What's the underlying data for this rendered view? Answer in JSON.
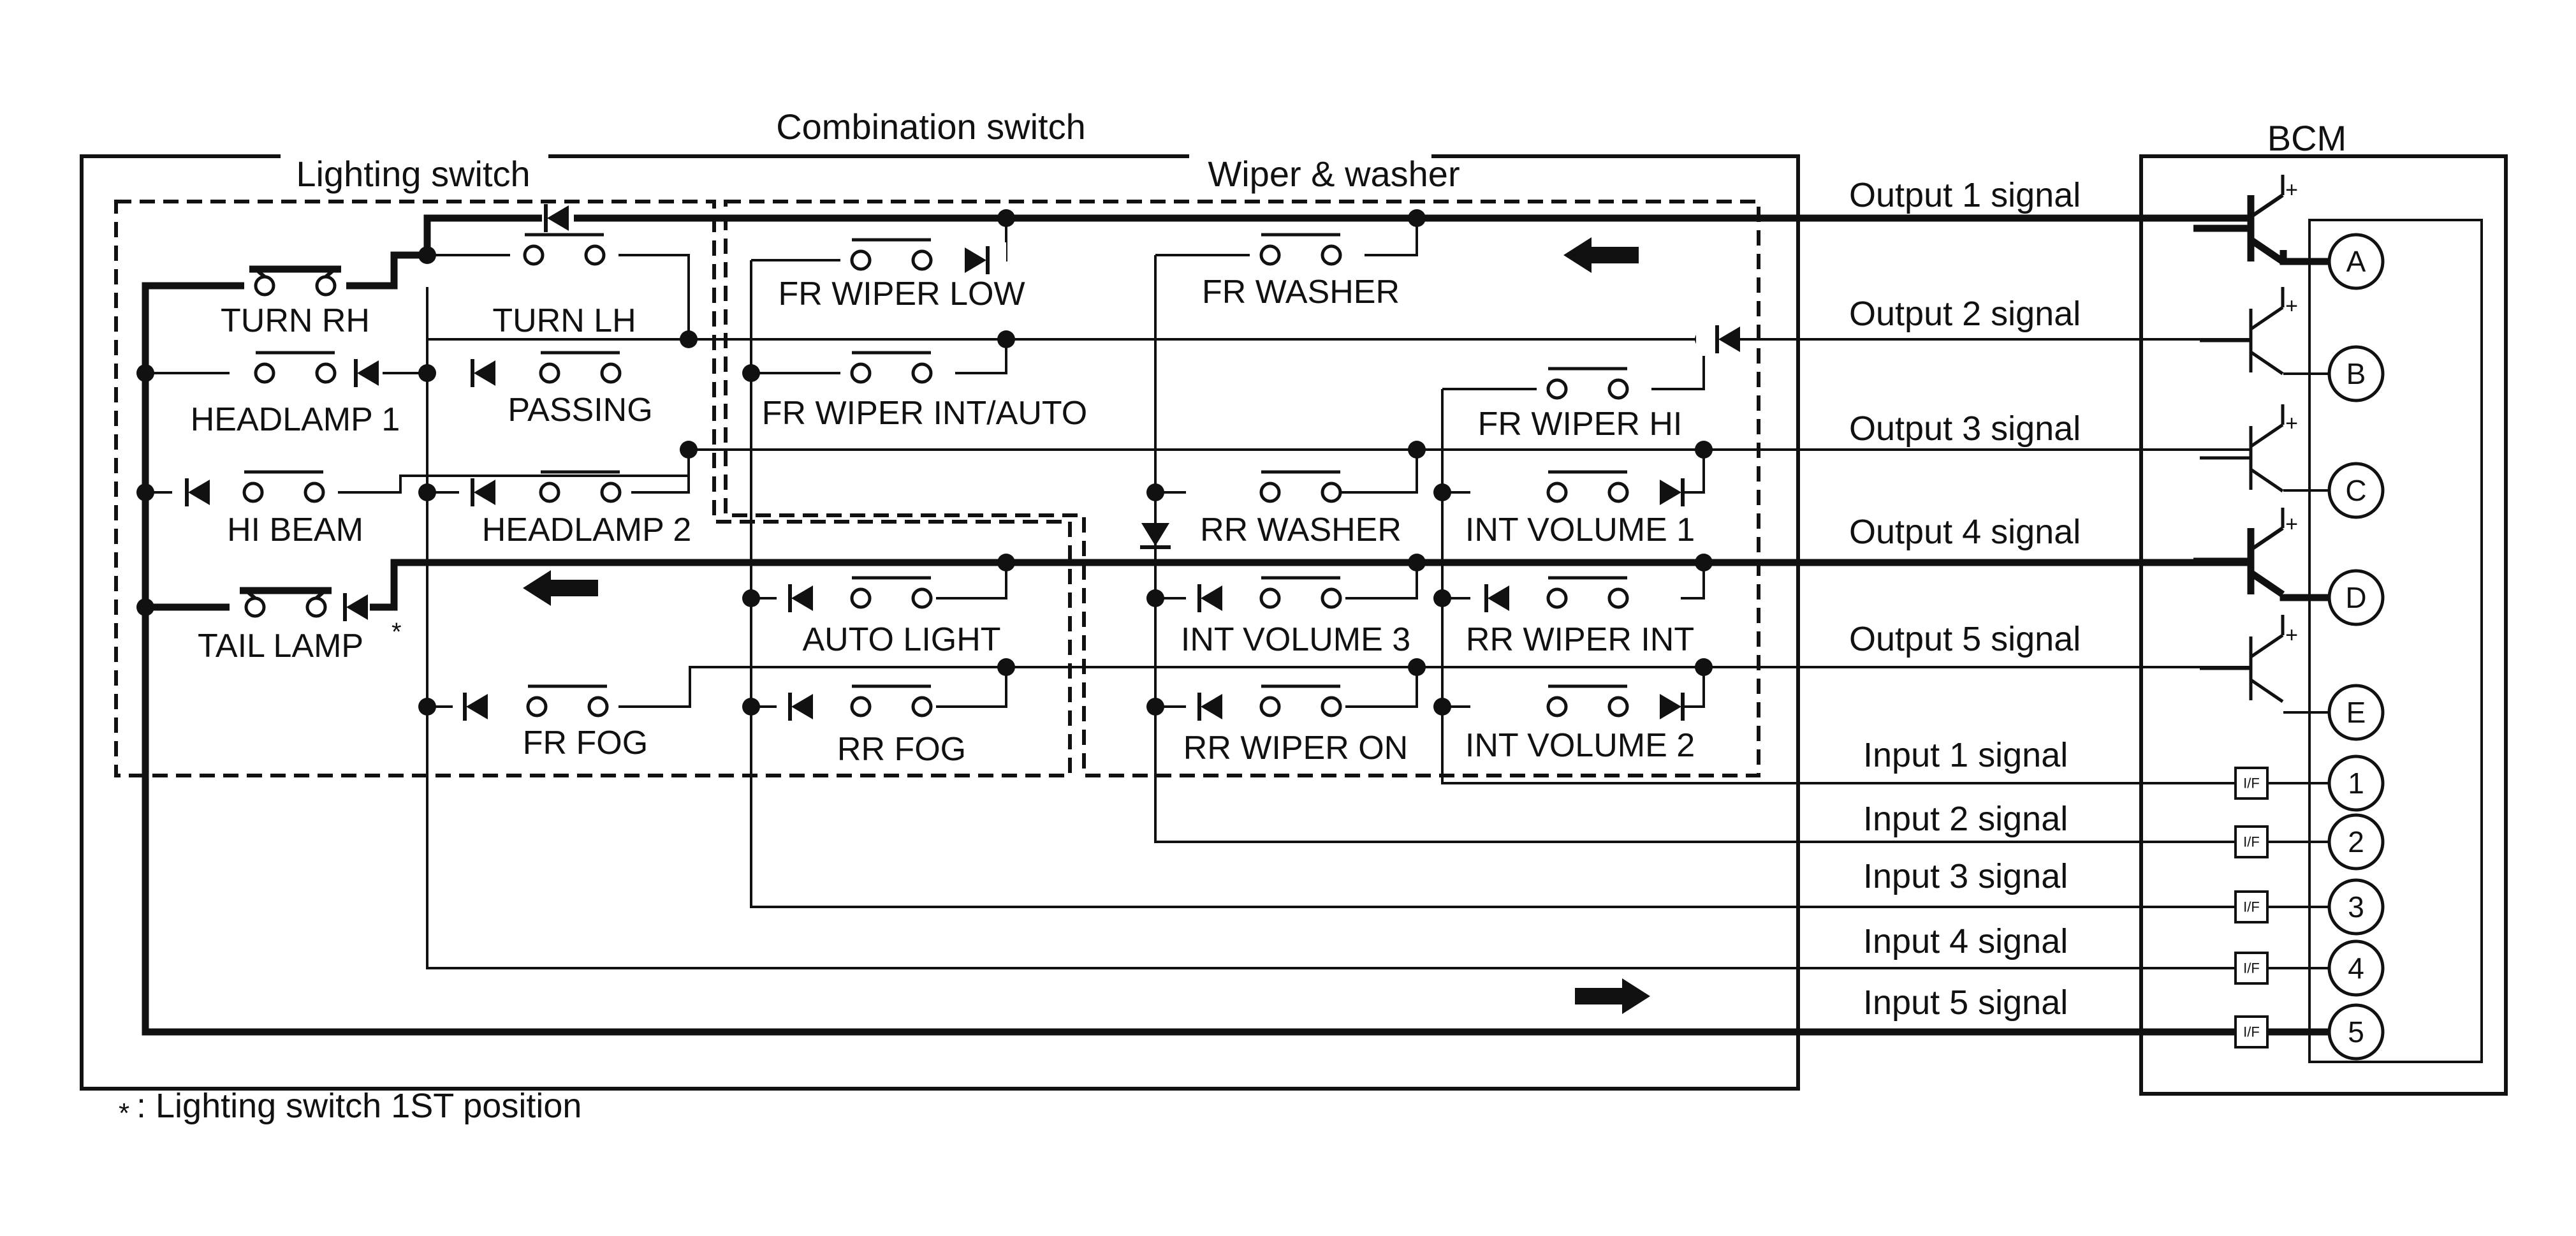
{
  "titles": {
    "combination_switch": "Combination switch",
    "bcm": "BCM",
    "lighting_switch": "Lighting switch",
    "wiper_washer": "Wiper & washer"
  },
  "switches": {
    "turn_rh": "TURN RH",
    "turn_lh": "TURN LH",
    "headlamp1": "HEADLAMP 1",
    "passing": "PASSING",
    "hi_beam": "HI BEAM",
    "headlamp2": "HEADLAMP 2",
    "tail_lamp": "TAIL LAMP",
    "tail_lamp_mark": "*",
    "fr_fog": "FR FOG",
    "fr_wiper_low": "FR WIPER LOW",
    "fr_wiper_int_auto": "FR WIPER INT/AUTO",
    "auto_light": "AUTO LIGHT",
    "rr_fog": "RR FOG",
    "fr_washer": "FR WASHER",
    "rr_washer": "RR WASHER",
    "int_volume_3": "INT VOLUME 3",
    "rr_wiper_on": "RR WIPER ON",
    "fr_wiper_hi": "FR WIPER HI",
    "int_volume_1": "INT VOLUME 1",
    "rr_wiper_int": "RR WIPER INT",
    "int_volume_2": "INT VOLUME 2"
  },
  "signals": {
    "output1": "Output 1 signal",
    "output2": "Output 2 signal",
    "output3": "Output 3 signal",
    "output4": "Output 4 signal",
    "output5": "Output 5 signal",
    "input1": "Input 1 signal",
    "input2": "Input 2 signal",
    "input3": "Input 3 signal",
    "input4": "Input 4 signal",
    "input5": "Input 5 signal"
  },
  "terminals": {
    "a": "A",
    "b": "B",
    "c": "C",
    "d": "D",
    "e": "E",
    "n1": "1",
    "n2": "2",
    "n3": "3",
    "n4": "4",
    "n5": "5"
  },
  "interface_label": "I/F",
  "transistor_plus": "+",
  "footnote": {
    "mark": "*",
    "text": ": Lighting switch 1ST position"
  }
}
